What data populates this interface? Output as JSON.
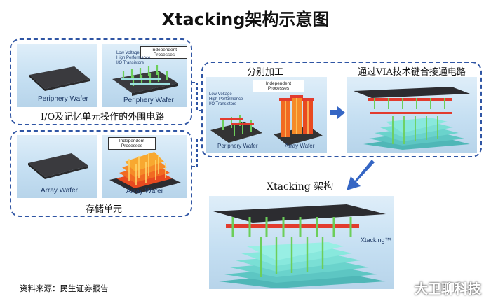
{
  "title": "Xtacking架构示意图",
  "top_left": {
    "panel1_label": "Periphery Wafer",
    "panel2_label": "Periphery Wafer",
    "panel2_tag": "Independent Processes",
    "panel2_notes": [
      "Low Voltage",
      "High Performance",
      "I/O Transistors"
    ],
    "caption": "I/O及记忆单元操作的外围电路"
  },
  "bottom_left": {
    "panel1_label": "Array Wafer",
    "panel2_label": "Array Wafer",
    "panel2_tag": "Independent Processes",
    "caption": "存储单元"
  },
  "middle": {
    "left_heading": "分别加工",
    "right_heading": "通过VIA技术键合接通电路",
    "panel_tag": "Independent Processes",
    "panel_notes": [
      "Low Voltage",
      "High Performance",
      "I/O Transistors"
    ],
    "label_periphery": "Periphery Wafer",
    "label_array": "Array Wafer"
  },
  "result": {
    "heading": "Xtacking 架构",
    "label": "Xtacking™"
  },
  "source": "资料来源：民生证券报告",
  "watermark": "大卫聊科技",
  "colors": {
    "frame": "#2f55a4",
    "arrow": "#3566c4",
    "accent": "#e23b2e"
  }
}
